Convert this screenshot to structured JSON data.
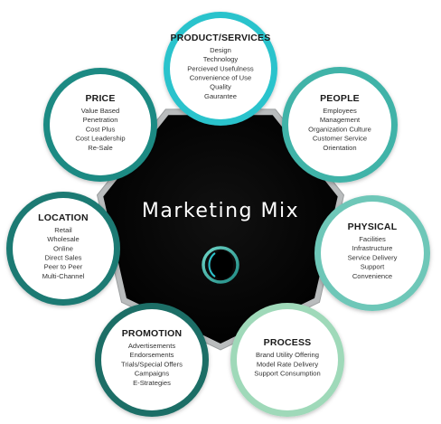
{
  "diagram": {
    "title": "Marketing Mix",
    "segments": [
      {
        "id": "product-services",
        "title": "PRODUCT/SERVICES",
        "ring_color": "#2cc3cc",
        "items": [
          "Design",
          "Technology",
          "Percieved Usefulness",
          "Convenience of Use",
          "Quality",
          "Gaurantee"
        ]
      },
      {
        "id": "people",
        "title": "PEOPLE",
        "ring_color": "#3fb3a8",
        "items": [
          "Employees",
          "Management",
          "Organization Culture",
          "Customer Service",
          "Orientation"
        ]
      },
      {
        "id": "physical",
        "title": "PHYSICAL",
        "ring_color": "#6ec7b8",
        "items": [
          "Facilities",
          "Infrastructure",
          "Service Delivery",
          "Support",
          "Convenience"
        ]
      },
      {
        "id": "process",
        "title": "PROCESS",
        "ring_color": "#9fd9b9",
        "items": [
          "Brand Utility Offering",
          "Model Rate Delivery",
          "Support Consumption"
        ]
      },
      {
        "id": "promotion",
        "title": "PROMOTION",
        "ring_color": "#1a6e66",
        "items": [
          "Advertisements",
          "Endorsements",
          "Trials/Special Offers",
          "Campaigns",
          "E-Strategies"
        ]
      },
      {
        "id": "location",
        "title": "LOCATION",
        "ring_color": "#1d7a73",
        "items": [
          "Retail",
          "Wholesale",
          "Online",
          "Direct Sales",
          "Peer to Peer",
          "Multi-Channel"
        ]
      },
      {
        "id": "price",
        "title": "PRICE",
        "ring_color": "#1f8a83",
        "items": [
          "Value Based",
          "Penetration",
          "Cost Plus",
          "Cost Leadership",
          "Re-Sale"
        ]
      }
    ]
  }
}
